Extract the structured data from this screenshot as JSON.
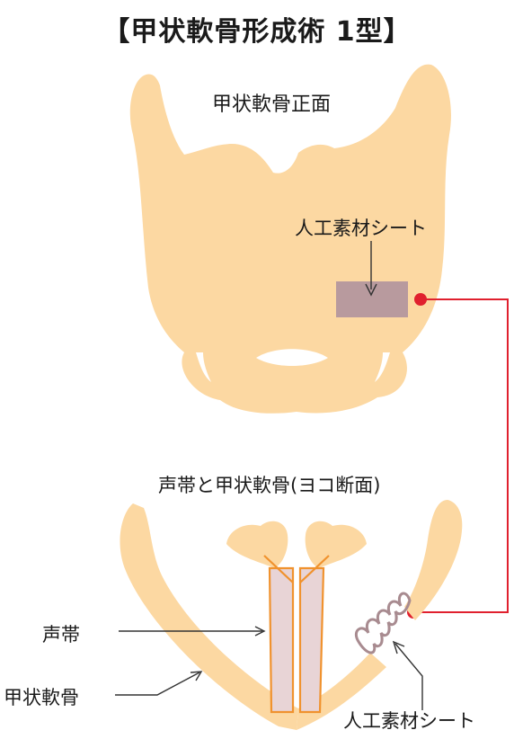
{
  "title": "【甲状軟骨形成術 1型】",
  "front_view": {
    "label": "甲状軟骨正面",
    "implant_label": "人工素材シート"
  },
  "cross_section": {
    "label": "声帯と甲状軟骨(ヨコ断面)",
    "vocal_fold_label": "声帯",
    "thyroid_label": "甲状軟骨",
    "implant_label": "人工素材シート"
  },
  "colors": {
    "cartilage": "#FCD8A2",
    "implant_block": "#B89A9E",
    "implant_coil": "#A88B90",
    "vocal_fold_fill": "#E8D4D6",
    "vocal_fold_edge": "#F0922E",
    "connector": "#E0202E"
  }
}
